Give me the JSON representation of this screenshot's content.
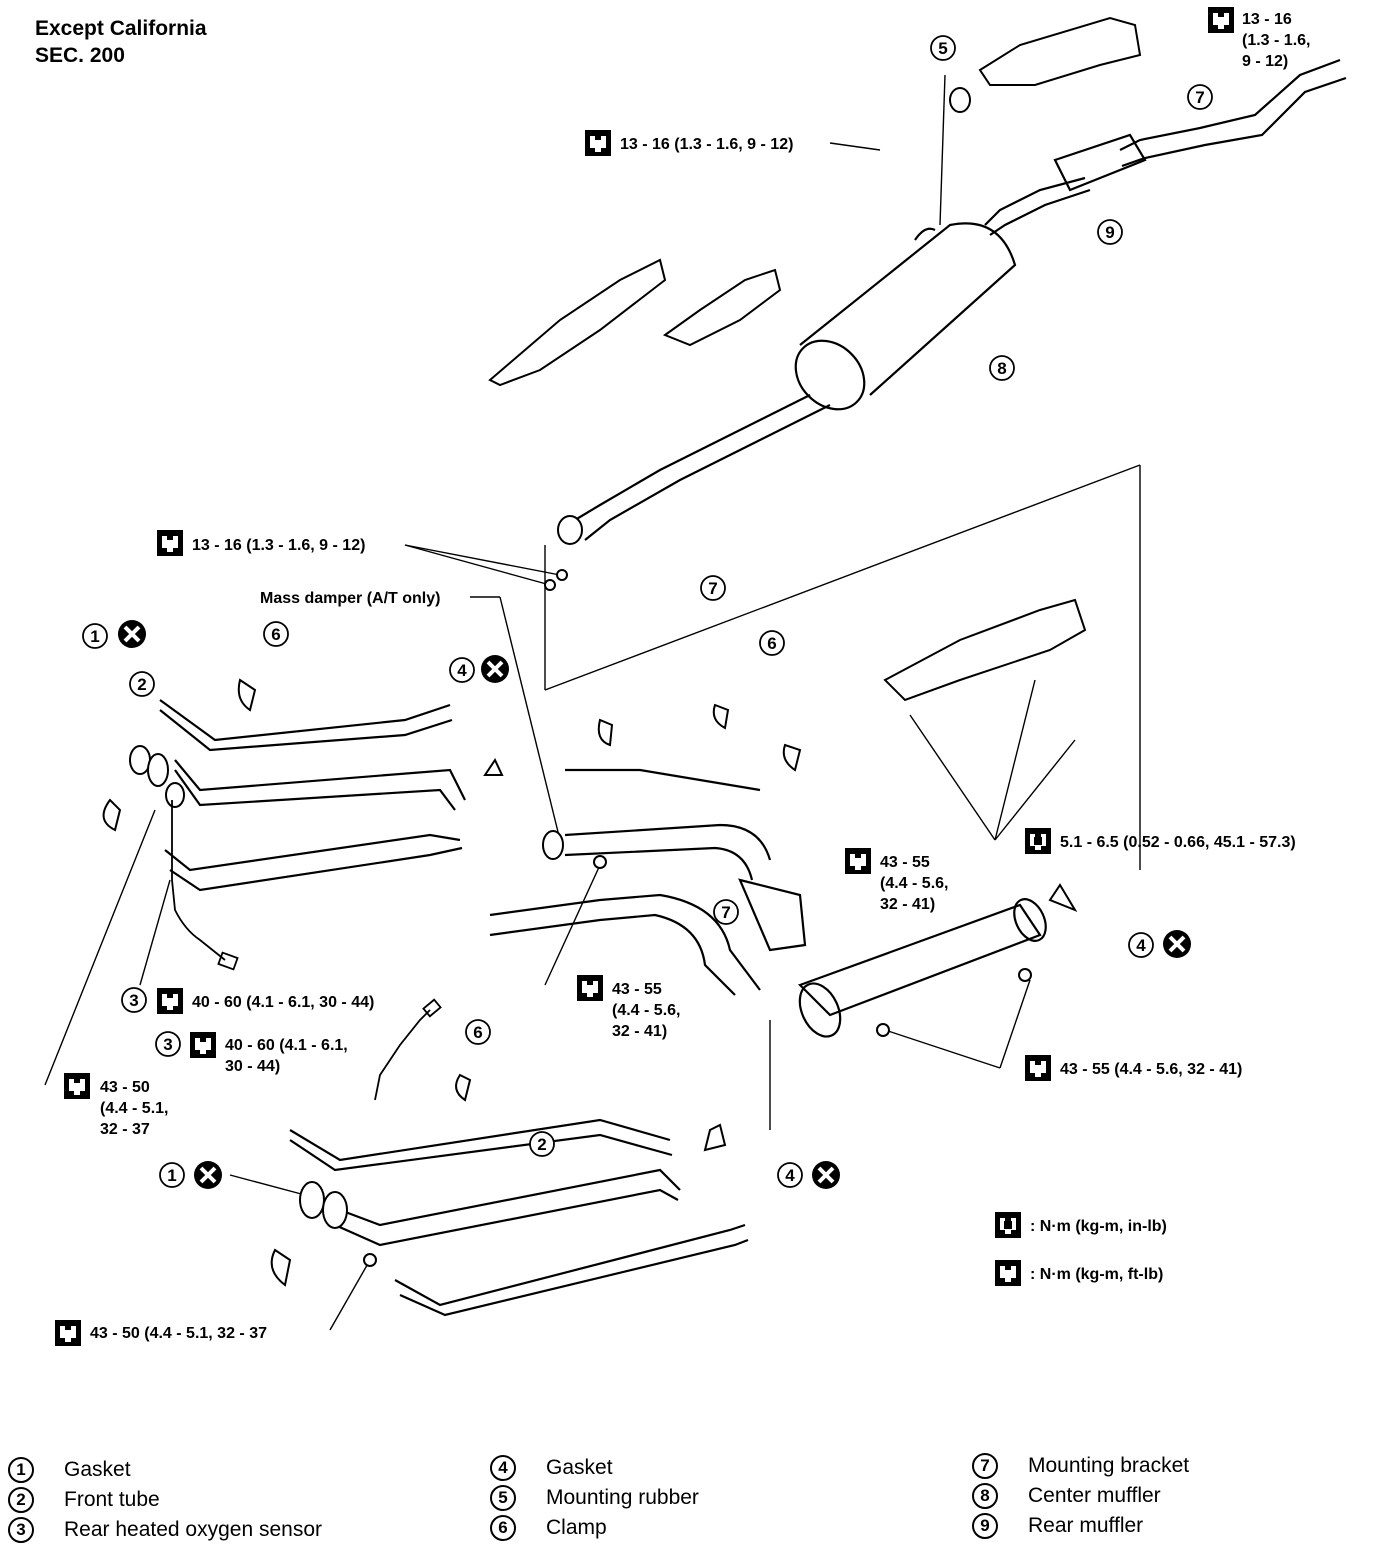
{
  "header": {
    "line1": "Except California",
    "line2": "SEC. 200"
  },
  "torque_labels": {
    "t_top_right": "13 - 16\n(1.3 - 1.6,\n9 - 12)",
    "t_upper_left": "13 - 16 (1.3 - 1.6, 9 - 12)",
    "t_mid_left": "13 - 16 (1.3 - 1.6, 9 - 12)",
    "t_mid_center": "43 - 55\n(4.4 - 5.6,\n32 - 41)",
    "t_lower_center": "43 - 55\n(4.4 - 5.6,\n32 - 41)",
    "t_heat_shield": "5.1 - 6.5 (0.52 - 0.66, 45.1 - 57.3)",
    "t_right_flange": "43 - 55 (4.4 - 5.6, 32 - 41)",
    "t_sensor_upper": "40 - 60 (4.1 - 6.1, 30 - 44)",
    "t_sensor_lower": "40 - 60 (4.1 - 6.1,\n30 - 44)",
    "t_left_bottom_nut": "43 - 50\n(4.4 - 5.1,\n32 - 37",
    "t_bottom_nut": "43 - 50 (4.4 - 5.1, 32 - 37"
  },
  "callouts": {
    "mass_damper": "Mass damper (A/T only)"
  },
  "units_key": {
    "in_lb": ": N·m (kg-m, in-lb)",
    "ft_lb": ": N·m (kg-m, ft-lb)"
  },
  "legend": [
    {
      "num": "1",
      "label": "Gasket"
    },
    {
      "num": "2",
      "label": "Front tube"
    },
    {
      "num": "3",
      "label": "Rear heated oxygen sensor"
    },
    {
      "num": "4",
      "label": "Gasket"
    },
    {
      "num": "5",
      "label": "Mounting rubber"
    },
    {
      "num": "6",
      "label": "Clamp"
    },
    {
      "num": "7",
      "label": "Mounting bracket"
    },
    {
      "num": "8",
      "label": "Center muffler"
    },
    {
      "num": "9",
      "label": "Rear muffler"
    }
  ]
}
